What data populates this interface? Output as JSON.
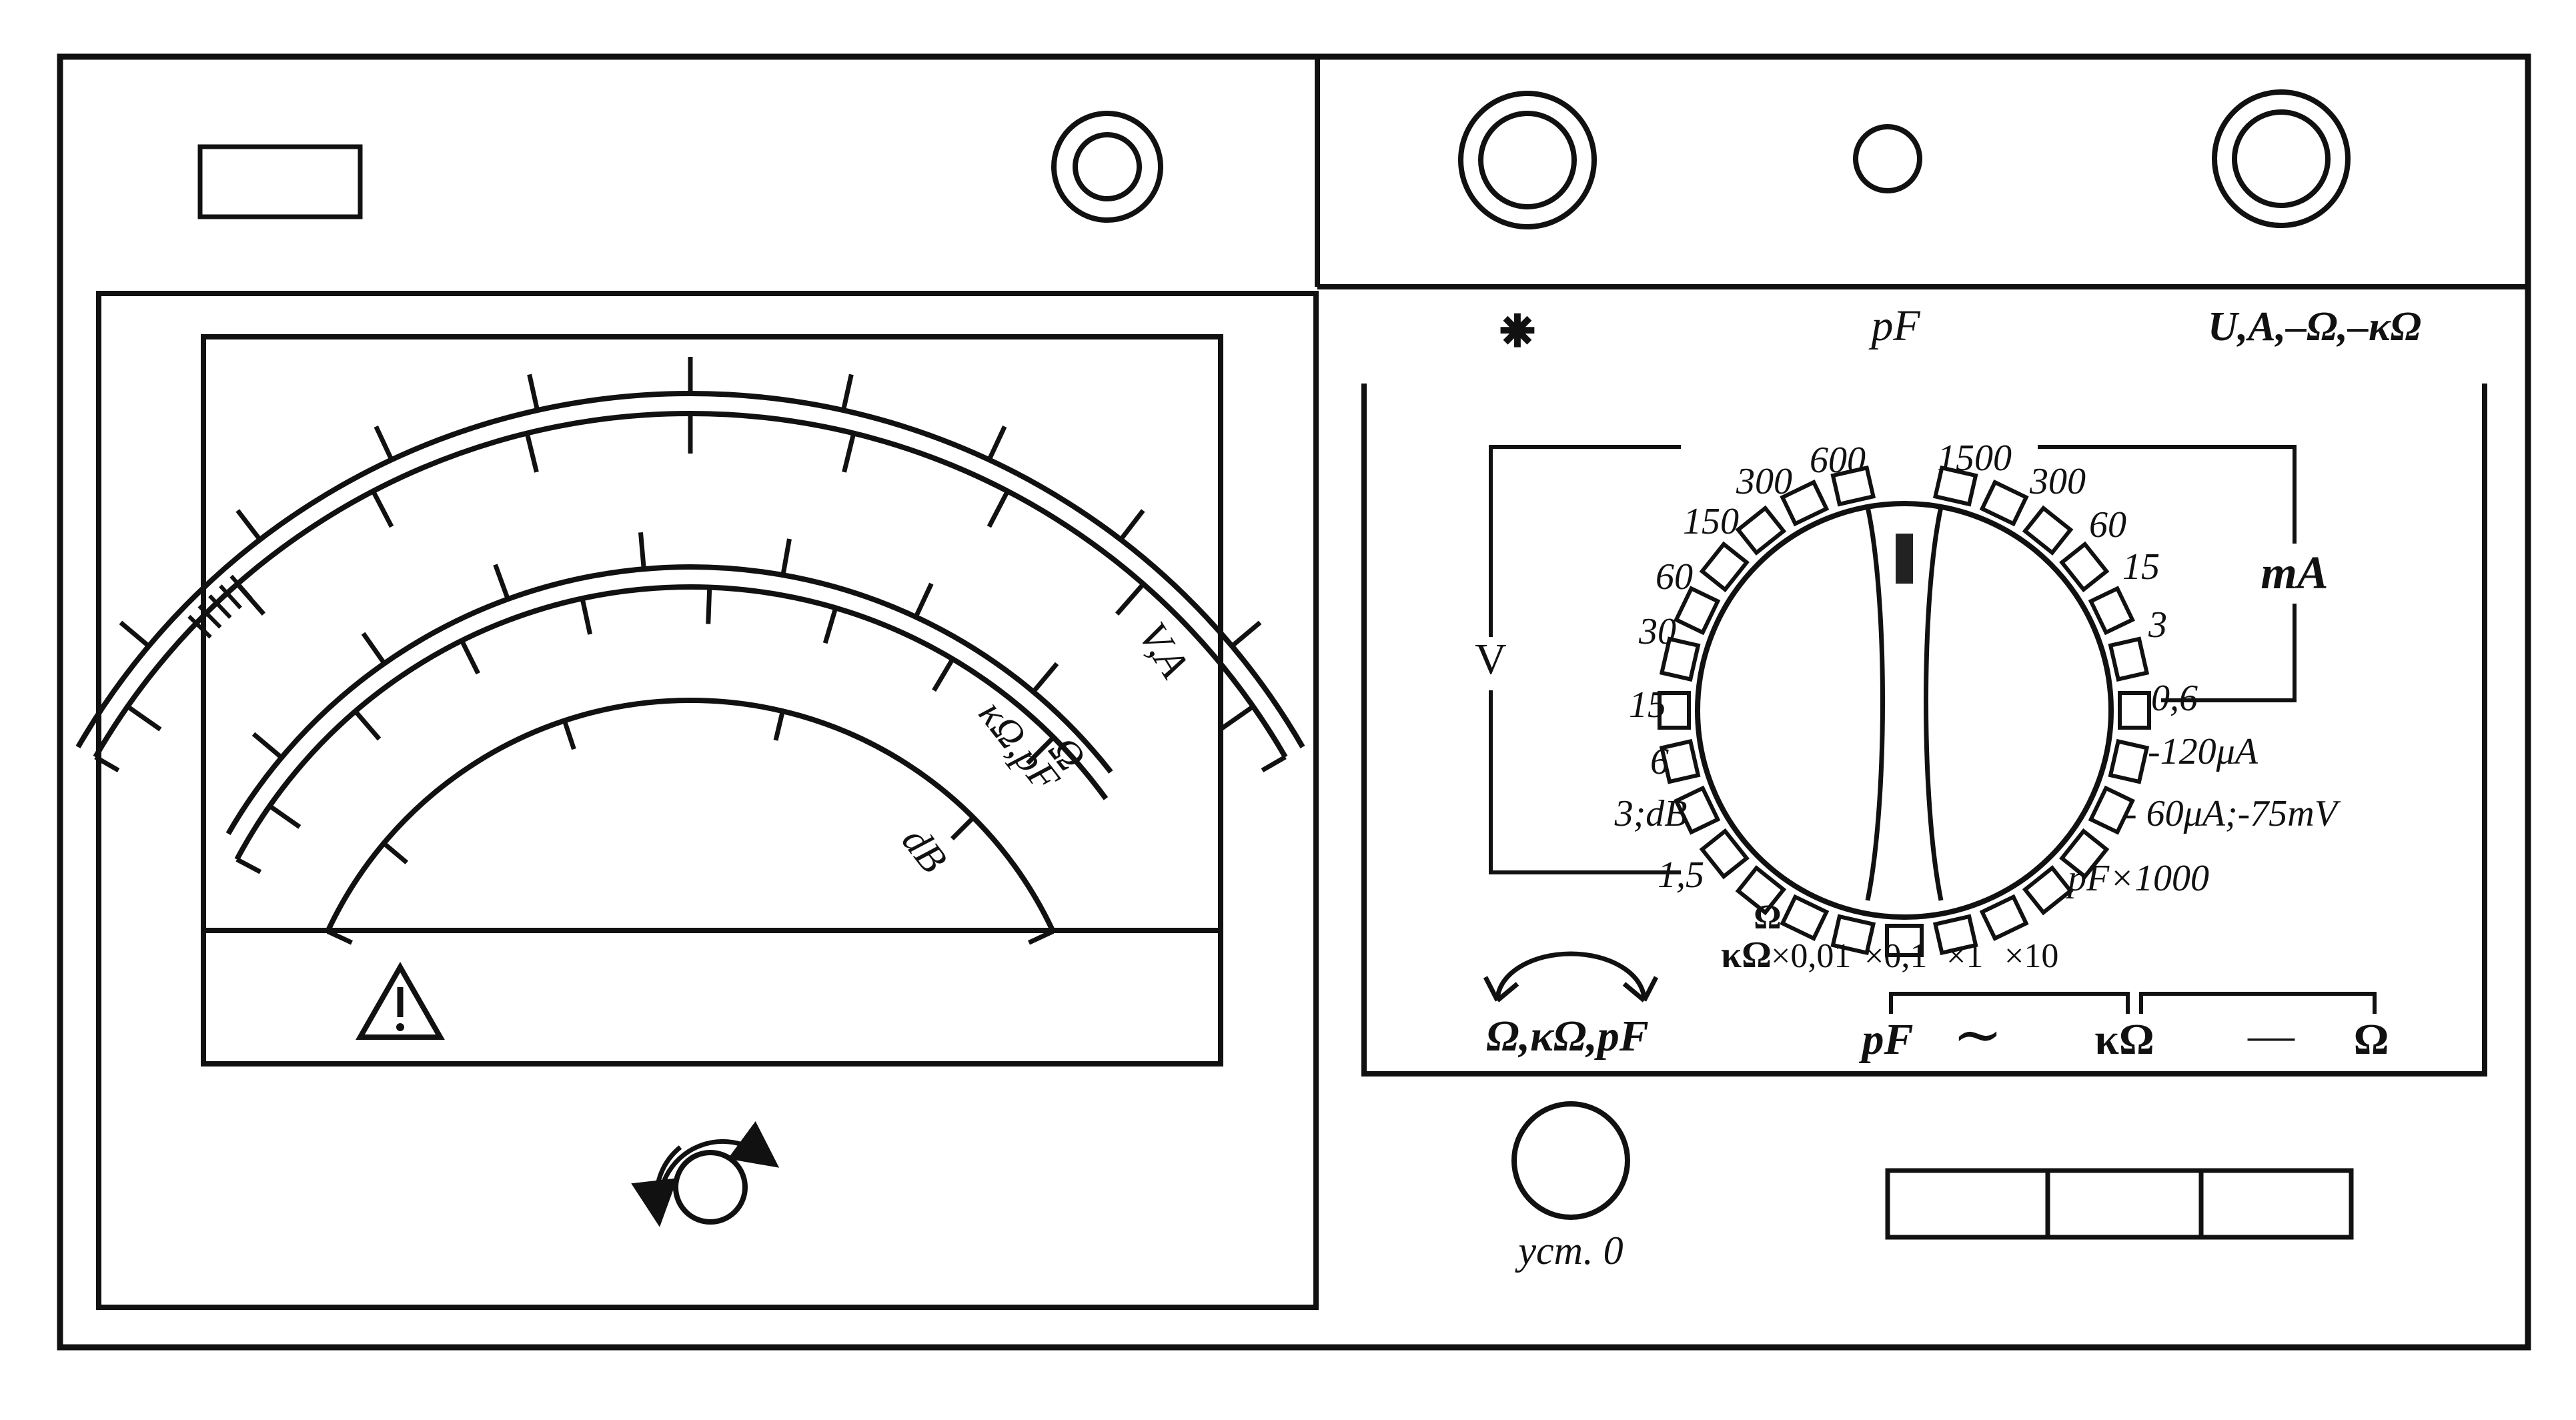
{
  "meter": {
    "scales": {
      "voltage": "V,A",
      "ohm": "Ω",
      "kohm_pf": "κΩ,pF",
      "db": "dB"
    },
    "warning_icon": "warning-triangle-icon",
    "zero_knob_icon": "rotate-arrows-icon"
  },
  "top_labels": {
    "asterisk": "⁕",
    "pf": "pF",
    "mode": "U,A,–Ω,–κΩ"
  },
  "switch": {
    "v_label": "V",
    "ma_label": "mA",
    "left_positions": [
      "600",
      "300",
      "150",
      "60",
      "30",
      "15",
      "6",
      "3;dB",
      "1,5"
    ],
    "top_right_positions": [
      "1500",
      "300",
      "60",
      "15",
      "3",
      "0,6"
    ],
    "right_positions": [
      "-120μA",
      "- 60μA;-75mV",
      "pF×1000"
    ],
    "bottom_multipliers": [
      "×0,01",
      "×0,1",
      "×1",
      "×10"
    ],
    "ohm_label": "Ω",
    "kohm_label": "κΩ",
    "rotate_label": "Ω,κΩ,pF",
    "bracket_pf": "pF",
    "bracket_kohm": "κΩ",
    "bracket_ohm": "Ω",
    "tilde": "∼",
    "dash": "—"
  },
  "zero_adjust": {
    "label": "уст. 0"
  }
}
